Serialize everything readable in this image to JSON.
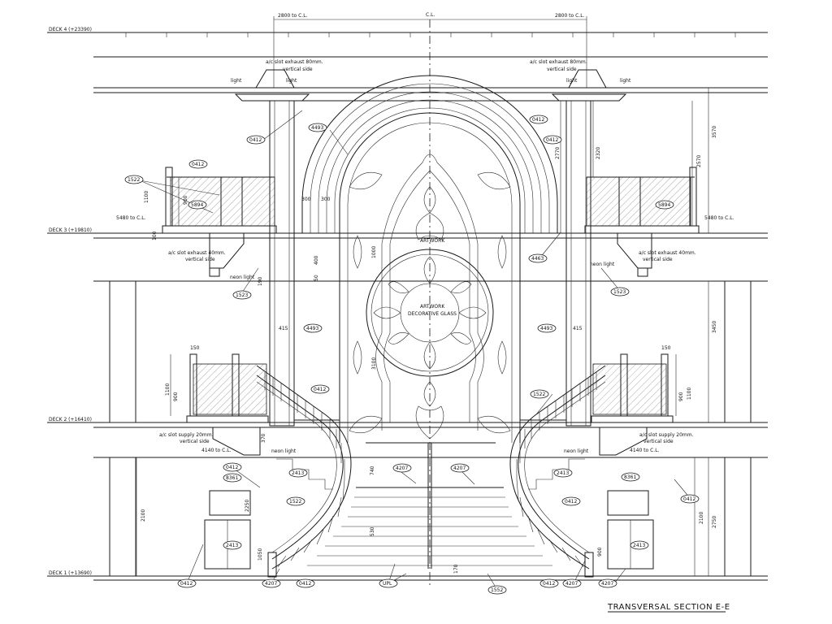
{
  "drawing": {
    "title": "TRANSVERSAL SECTION E-E",
    "centerline": "C.L.",
    "decks": [
      {
        "label": "DECK 4 (+23390)"
      },
      {
        "label": "DECK 3 (+19810)"
      },
      {
        "label": "DECK 2 (+16410)"
      },
      {
        "label": "DECK 1 (+13690)"
      }
    ],
    "top_dims": {
      "left": "2800 to C.L.",
      "right": "2800 to C.L."
    },
    "side_dims": {
      "d3_left": "5480 to C.L.",
      "d3_right": "5480 to C.L.",
      "d2_left": "4140 to C.L.",
      "d2_right": "4140 to C.L."
    },
    "notes": {
      "exhaust80": "a/c slot exhaust 80mm.",
      "vertical_side": "vertical side",
      "exhaust40": "a/c slot exhaust 40mm.",
      "supply20": "a/c slot supply 20mm.",
      "neon_light": "neon light",
      "light": "light",
      "artwork": "ARTWORK",
      "decorative_glass": "DECORATIVE GLASS"
    },
    "vertical_dims": {
      "v3570": "3570",
      "v2570": "2570",
      "v2320": "2320",
      "v2770": "2770",
      "v3450": "3450",
      "v2750": "2750",
      "v2100": "2100",
      "v1100": "1100",
      "v900": "900",
      "v150": "150",
      "v1050": "1050",
      "v2250": "2250",
      "v740": "740",
      "v530": "530",
      "v170": "170",
      "v300a": "300",
      "v300b": "300",
      "v415": "415",
      "v400": "400",
      "v50": "50",
      "v1000": "1000",
      "v3100": "3100",
      "v370": "370",
      "v100": "100",
      "v190": "190"
    },
    "tags": {
      "t0412": "0412",
      "t4493": "4493",
      "t1522": "1522",
      "t5894": "5894",
      "t1523": "1523",
      "t4207": "4207",
      "t2413": "2413",
      "t8361": "8361",
      "t4463": "4463",
      "t1552": "1552",
      "tupl": "UPL"
    }
  }
}
